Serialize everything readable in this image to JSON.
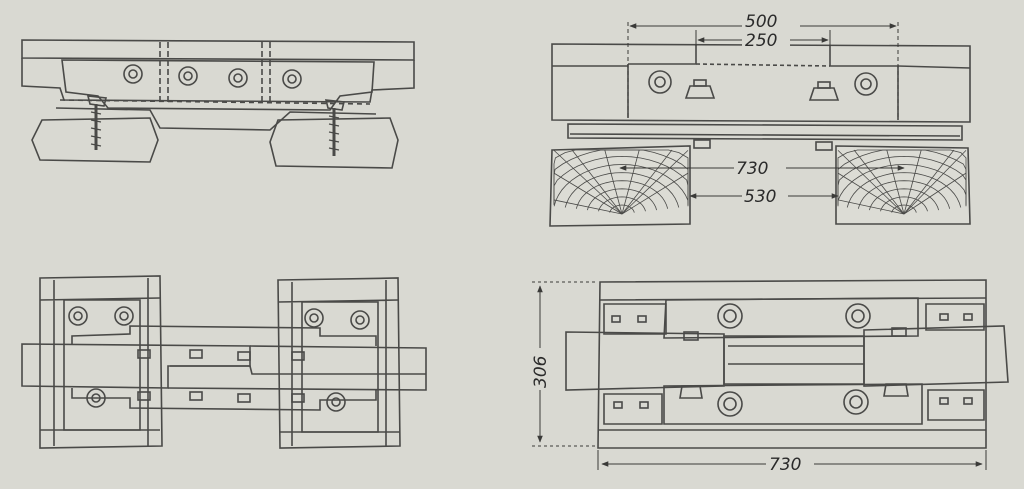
{
  "figure": {
    "background": "#d9d9d2",
    "ink": "#4a4a48",
    "wood_fill": "#dcdcd5",
    "dimensions": {
      "top_right_overall": "500",
      "top_right_inner": "250",
      "top_right_sleeper_outer": "730",
      "top_right_sleeper_inner": "530",
      "bottom_right_height": "306",
      "bottom_right_width": "730"
    }
  }
}
